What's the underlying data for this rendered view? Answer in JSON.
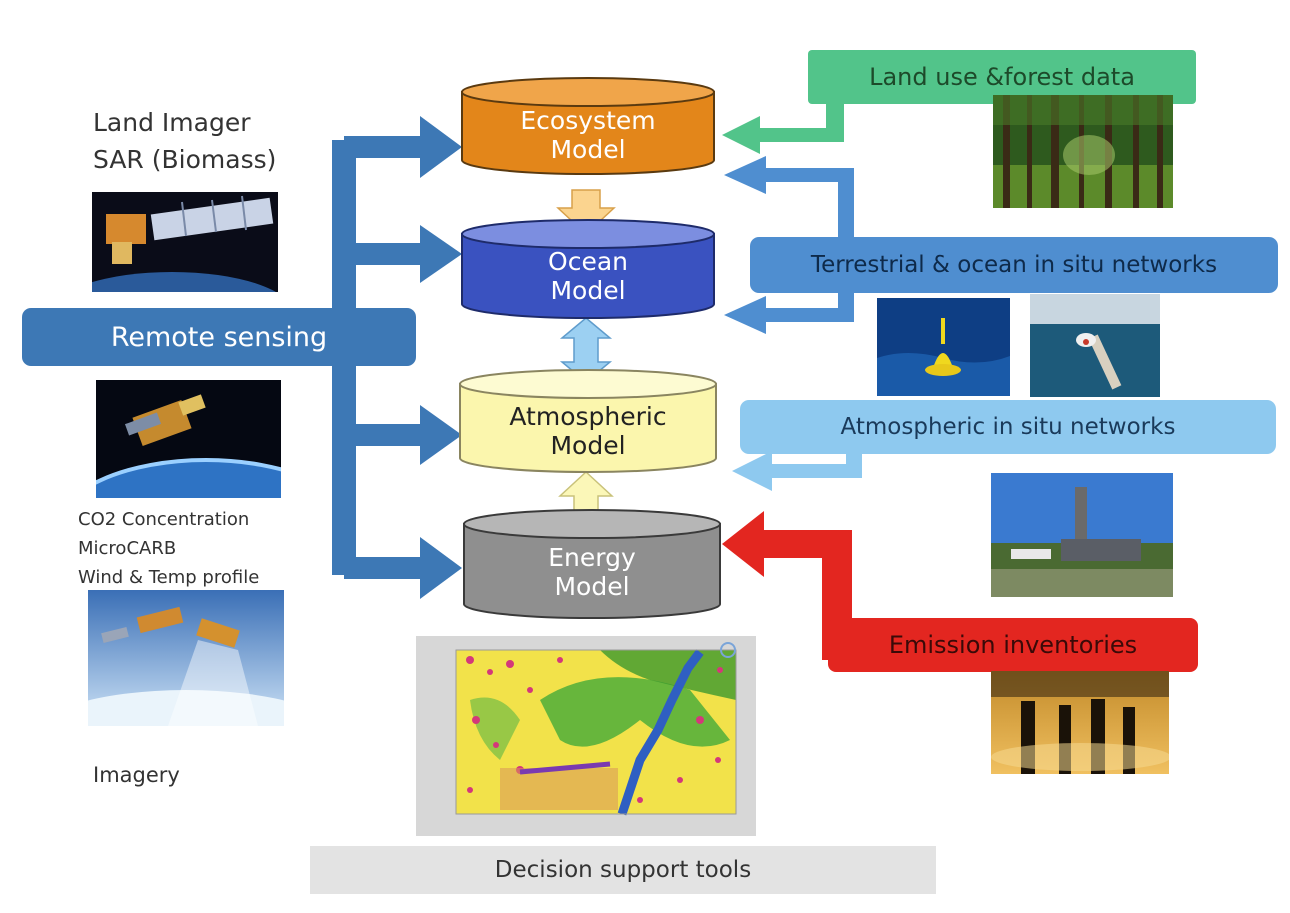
{
  "sensors": {
    "land_imager": "Land Imager",
    "sar": "SAR (Biomass)",
    "co2": "CO2 Concentration",
    "microcarb": "MicroCARB",
    "wind_temp": "Wind & Temp profile",
    "imagery": "Imagery"
  },
  "remote_sensing": "Remote sensing",
  "models": {
    "ecosystem": {
      "line1": "Ecosystem",
      "line2": "Model",
      "color": "#e3861a"
    },
    "ocean": {
      "line1": "Ocean",
      "line2": "Model",
      "color": "#3a52c0"
    },
    "atmospheric": {
      "line1": "Atmospheric",
      "line2": "Model",
      "color": "#fbf6ad"
    },
    "energy": {
      "line1": "Energy",
      "line2": "Model",
      "color": "#8f8f8f"
    }
  },
  "data_sources": {
    "land_use": {
      "label": "Land use &forest data",
      "color": "#52c48a"
    },
    "terrestrial_ocean": {
      "label": "Terrestrial & ocean in situ networks",
      "color": "#4f8ed0"
    },
    "atmospheric": {
      "label": "Atmospheric in situ networks",
      "color": "#8ec9ef"
    },
    "emission": {
      "label": "Emission inventories",
      "color": "#e32620"
    }
  },
  "decision_support": "Decision support tools",
  "colors": {
    "remote_sensing_blue": "#3d78b5",
    "inter_arrow_fill": "#fbd48f",
    "ocean_atm_arrow": "#9cd0f2",
    "energy_atm_arrow": "#fbf7b8"
  }
}
